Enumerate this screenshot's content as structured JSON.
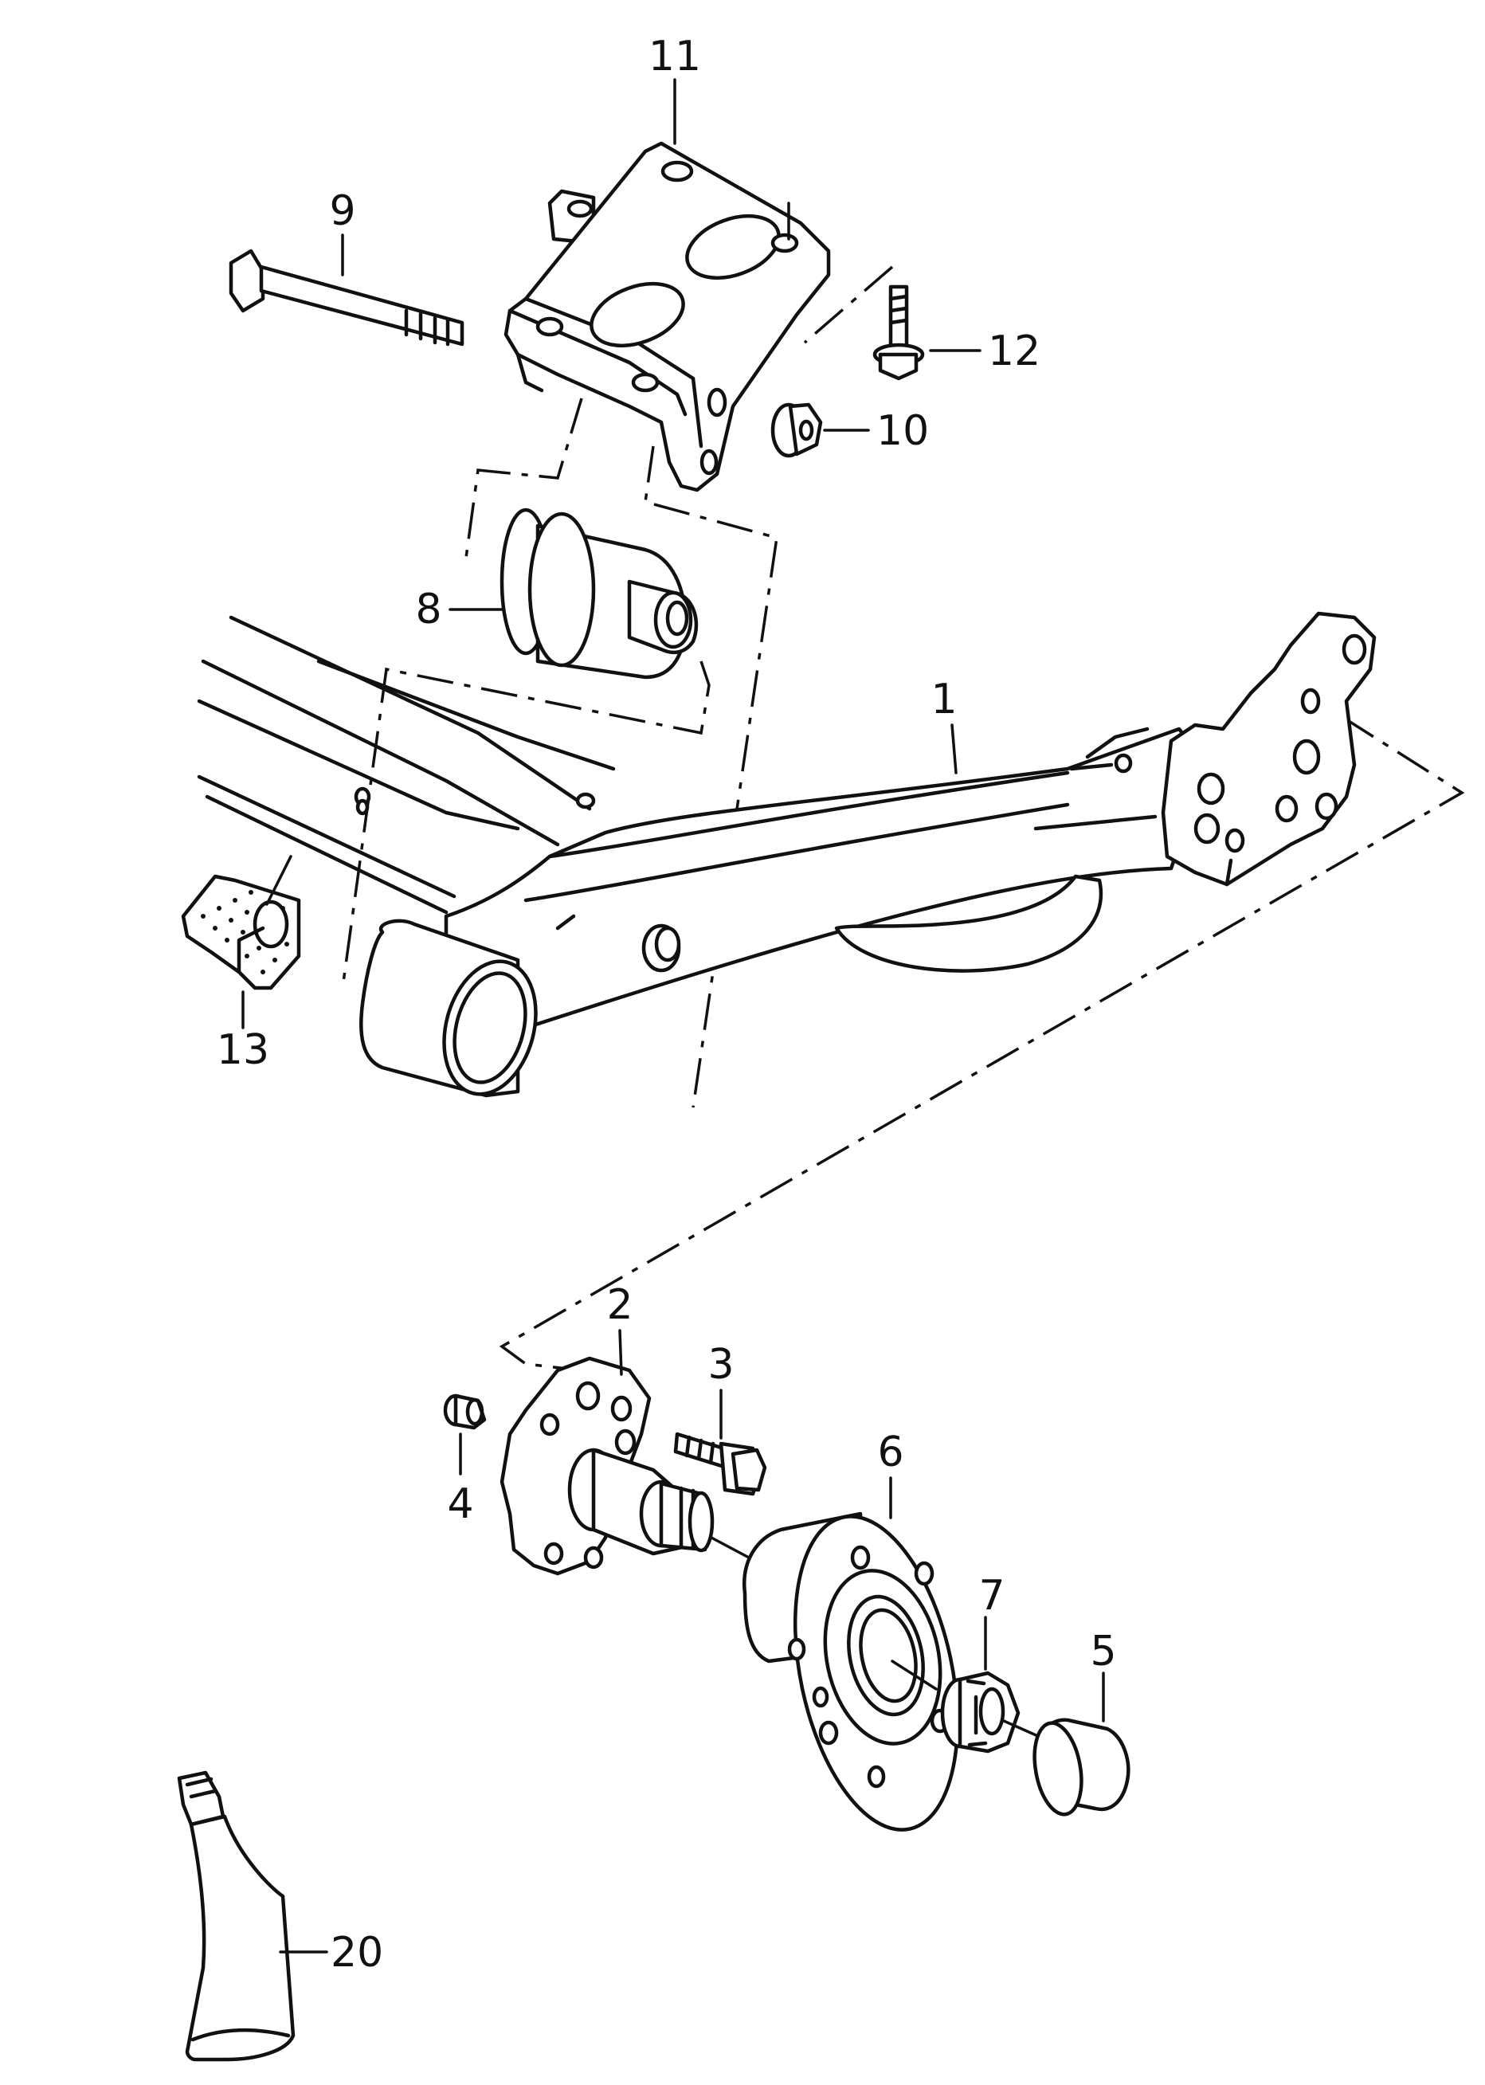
{
  "callouts": [
    {
      "id": "1",
      "label": "1"
    },
    {
      "id": "2",
      "label": "2"
    },
    {
      "id": "3",
      "label": "3"
    },
    {
      "id": "4",
      "label": "4"
    },
    {
      "id": "5",
      "label": "5"
    },
    {
      "id": "6",
      "label": "6"
    },
    {
      "id": "7",
      "label": "7"
    },
    {
      "id": "8",
      "label": "8"
    },
    {
      "id": "9",
      "label": "9"
    },
    {
      "id": "10",
      "label": "10"
    },
    {
      "id": "11",
      "label": "11"
    },
    {
      "id": "12",
      "label": "12"
    },
    {
      "id": "13",
      "label": "13"
    },
    {
      "id": "20",
      "label": "20"
    }
  ]
}
